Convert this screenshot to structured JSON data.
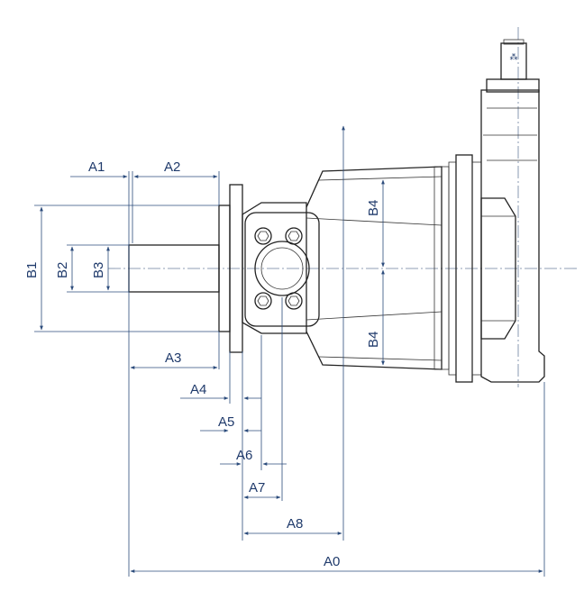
{
  "labels": {
    "A0": "A0",
    "A1": "A1",
    "A2": "A2",
    "A3": "A3",
    "A4": "A4",
    "A5": "A5",
    "A6": "A6",
    "A7": "A7",
    "A8": "A8",
    "B1": "B1",
    "B2": "B2",
    "B3": "B3",
    "B4_top": "B4",
    "B4_bottom": "B4"
  },
  "colors": {
    "dimension": "#2c4c7c",
    "outline": "#222222",
    "background": "#ffffff"
  }
}
